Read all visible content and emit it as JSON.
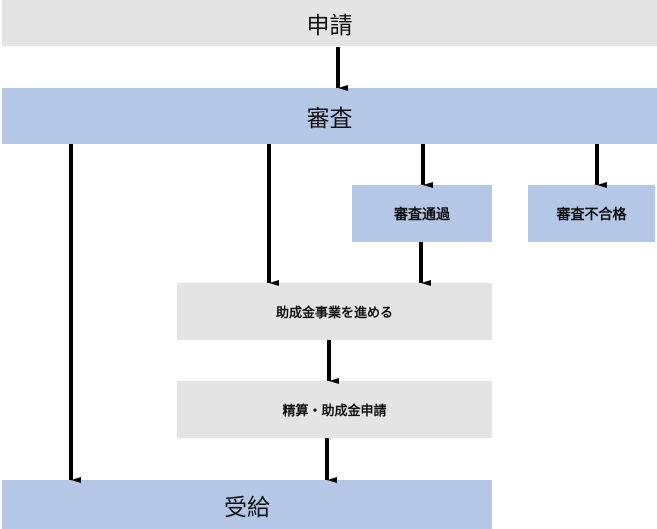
{
  "diagram": {
    "title": "助成金申請フロー",
    "nodes": [
      {
        "id": "apply",
        "label": "申請",
        "style": "gray"
      },
      {
        "id": "review",
        "label": "審査",
        "style": "blue"
      },
      {
        "id": "pass",
        "label": "審査通過",
        "style": "blue"
      },
      {
        "id": "fail",
        "label": "審査不合格",
        "style": "blue"
      },
      {
        "id": "proceed",
        "label": "助成金事業を進める",
        "style": "gray"
      },
      {
        "id": "settle",
        "label": "精算・助成金申請",
        "style": "gray"
      },
      {
        "id": "receive",
        "label": "受給",
        "style": "blue"
      }
    ],
    "edges": [
      {
        "from": "apply",
        "to": "review"
      },
      {
        "from": "review",
        "to": "receive"
      },
      {
        "from": "review",
        "to": "proceed"
      },
      {
        "from": "review",
        "to": "pass"
      },
      {
        "from": "review",
        "to": "fail"
      },
      {
        "from": "pass",
        "to": "proceed"
      },
      {
        "from": "proceed",
        "to": "settle"
      },
      {
        "from": "settle",
        "to": "receive"
      }
    ],
    "colors": {
      "gray": "#e4e4e4",
      "blue": "#b4c7e7",
      "arrow": "#000000"
    }
  }
}
